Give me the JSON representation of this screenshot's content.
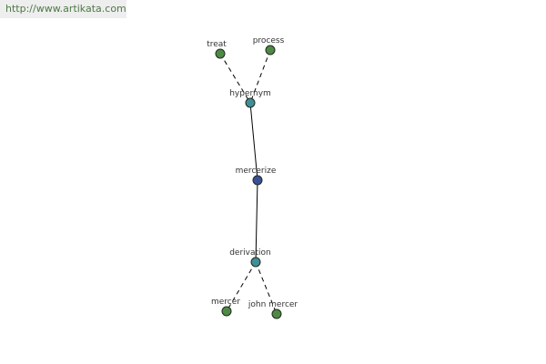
{
  "watermark": "http://www.artikata.com",
  "colors": {
    "leaf": "#4f8a45",
    "relation": "#3f8f96",
    "center": "#3a4f98"
  },
  "nodes": [
    {
      "id": "treat",
      "label": "treat",
      "kind": "leaf"
    },
    {
      "id": "process",
      "label": "process",
      "kind": "leaf"
    },
    {
      "id": "hypernym",
      "label": "hypernym",
      "kind": "relation"
    },
    {
      "id": "mercerize",
      "label": "mercerize",
      "kind": "center"
    },
    {
      "id": "derivation",
      "label": "derivation",
      "kind": "relation"
    },
    {
      "id": "mercer",
      "label": "mercer",
      "kind": "leaf"
    },
    {
      "id": "john-mercer",
      "label": "john mercer",
      "kind": "leaf"
    }
  ],
  "edges": [
    {
      "from": "treat",
      "to": "hypernym",
      "style": "dashed"
    },
    {
      "from": "process",
      "to": "hypernym",
      "style": "dashed"
    },
    {
      "from": "hypernym",
      "to": "mercerize",
      "style": "solid"
    },
    {
      "from": "mercerize",
      "to": "derivation",
      "style": "solid"
    },
    {
      "from": "derivation",
      "to": "mercer",
      "style": "dashed"
    },
    {
      "from": "derivation",
      "to": "john-mercer",
      "style": "dashed"
    }
  ]
}
